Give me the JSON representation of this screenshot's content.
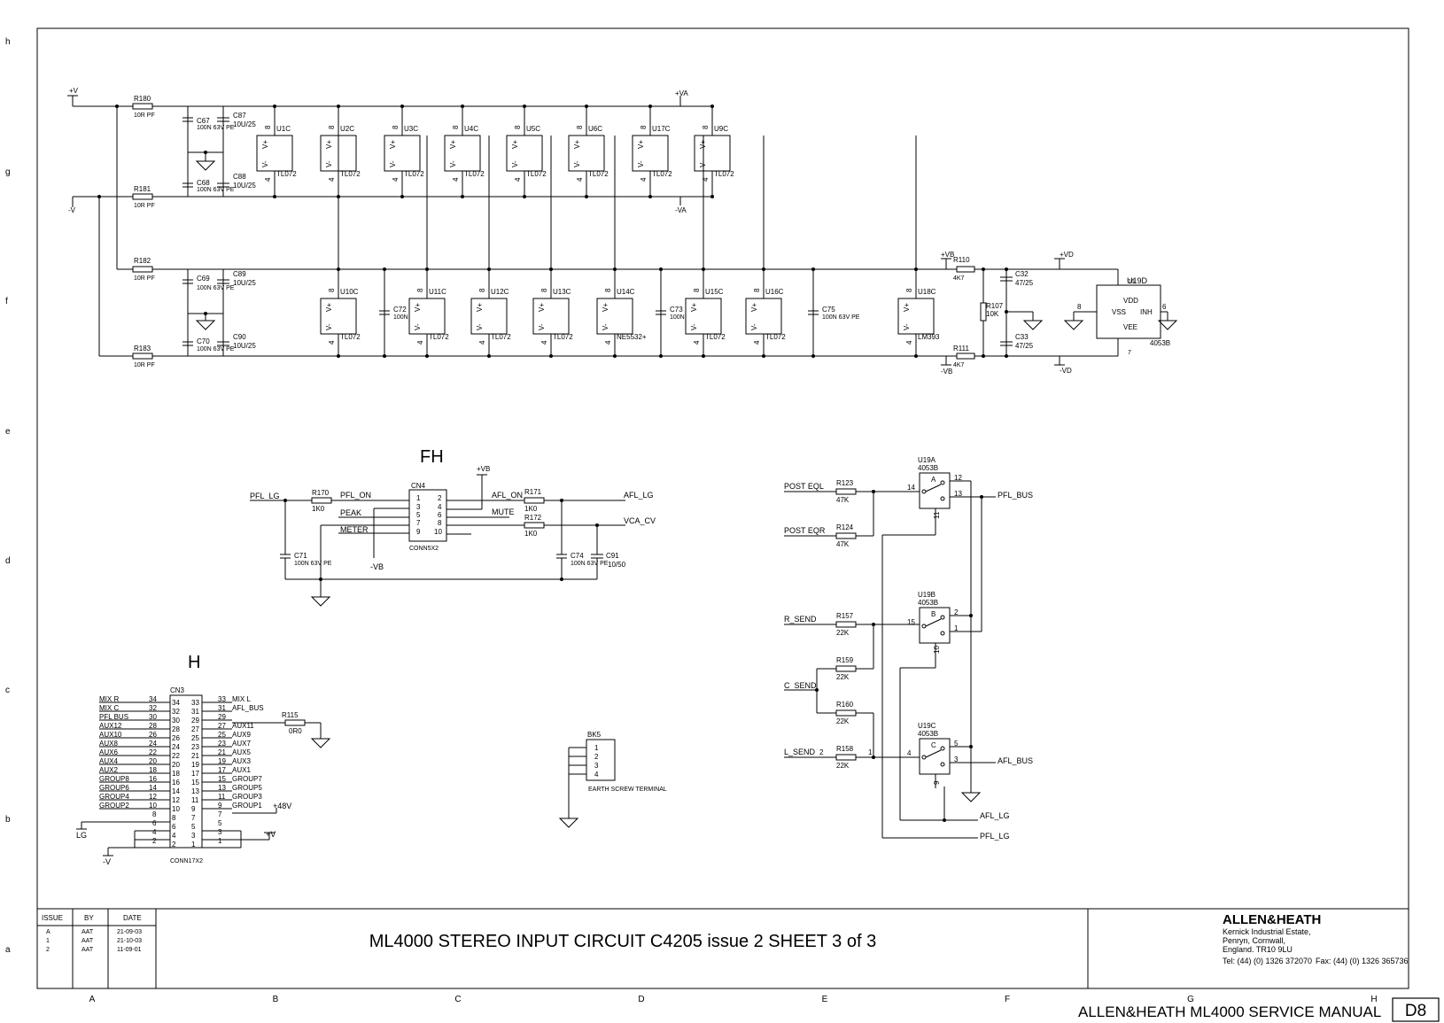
{
  "rows": [
    "h",
    "g",
    "f",
    "e",
    "d",
    "c",
    "b",
    "a"
  ],
  "cols": [
    "A",
    "B",
    "C",
    "D",
    "E",
    "F",
    "G",
    "H"
  ],
  "rails": {
    "pv": "+V",
    "nv": "-V",
    "pva": "+VA",
    "nva": "-VA",
    "pvb": "+VB",
    "nvb": "-VB",
    "pvd": "+VD",
    "nvd": "-VD"
  },
  "power_top": {
    "resistors": [
      {
        "ref": "R180",
        "val": "10R PF"
      },
      {
        "ref": "R181",
        "val": "10R PF"
      }
    ],
    "caps": [
      {
        "ref": "C67",
        "val": "100N 63V PE"
      },
      {
        "ref": "C87",
        "val": "10U/25"
      },
      {
        "ref": "C68",
        "val": "100N 63V PE"
      },
      {
        "ref": "C88",
        "val": "10U/25"
      }
    ],
    "pin_top": "8",
    "pin_bot": "4",
    "vplus": "V+",
    "vminus": "V-",
    "ics": [
      {
        "ref": "U1C",
        "part": "TL072"
      },
      {
        "ref": "U2C",
        "part": "TL072"
      },
      {
        "ref": "U3C",
        "part": "TL072"
      },
      {
        "ref": "U4C",
        "part": "TL072"
      },
      {
        "ref": "U5C",
        "part": "TL072"
      },
      {
        "ref": "U6C",
        "part": "TL072"
      },
      {
        "ref": "U17C",
        "part": "TL072"
      },
      {
        "ref": "U9C",
        "part": "TL072"
      }
    ]
  },
  "power_bot": {
    "resistors": [
      {
        "ref": "R182",
        "val": "10R PF"
      },
      {
        "ref": "R183",
        "val": "10R PF"
      },
      {
        "ref": "R110",
        "val": "4K7"
      },
      {
        "ref": "R111",
        "val": "4K7"
      },
      {
        "ref": "R107",
        "val": "10K"
      }
    ],
    "caps": [
      {
        "ref": "C69",
        "val": "100N 63V PE"
      },
      {
        "ref": "C89",
        "val": "10U/25"
      },
      {
        "ref": "C70",
        "val": "100N 63V PE"
      },
      {
        "ref": "C90",
        "val": "10U/25"
      },
      {
        "ref": "C72",
        "val": "100N 63V PE"
      },
      {
        "ref": "C73",
        "val": "100N 63V PE"
      },
      {
        "ref": "C75",
        "val": "100N 63V PE"
      },
      {
        "ref": "C32",
        "val": "47/25"
      },
      {
        "ref": "C33",
        "val": "47/25"
      }
    ],
    "ics": [
      {
        "ref": "U10C",
        "part": "TL072"
      },
      {
        "ref": "U11C",
        "part": "TL072"
      },
      {
        "ref": "U12C",
        "part": "TL072"
      },
      {
        "ref": "U13C",
        "part": "TL072"
      },
      {
        "ref": "U14C",
        "part": "NE5532+"
      },
      {
        "ref": "U15C",
        "part": "TL072"
      },
      {
        "ref": "U16C",
        "part": "TL072"
      },
      {
        "ref": "U18C",
        "part": "LM393"
      }
    ],
    "u19d": {
      "ref": "U19D",
      "part": "4053B",
      "vdd": "VDD",
      "vss": "VSS",
      "vee": "VEE",
      "inh": "INH",
      "p16": "16",
      "p8": "8",
      "p7": "7",
      "p6": "6"
    }
  },
  "fh": {
    "title": "FH",
    "conn": {
      "ref": "CN4",
      "part": "CONN5X2"
    },
    "left_pins": [
      "1",
      "3",
      "5",
      "7",
      "9"
    ],
    "right_pins": [
      "2",
      "4",
      "6",
      "8",
      "10"
    ],
    "in_left": [
      "PFL_ON",
      "PEAK",
      "METER"
    ],
    "in_right": [
      "AFL_ON",
      "MUTE"
    ],
    "net_pfl": "PFL_LG",
    "r170": {
      "ref": "R170",
      "val": "1K0"
    },
    "r171": {
      "ref": "R171",
      "val": "1K0"
    },
    "r172": {
      "ref": "R172",
      "val": "1K0"
    },
    "out1": "AFL_LG",
    "out2": "VCA_CV",
    "c71": {
      "ref": "C71",
      "val": "100N 63V PE"
    },
    "c74": {
      "ref": "C74",
      "val": "100N 63V PE"
    },
    "c91": {
      "ref": "C91",
      "val": "10/50"
    }
  },
  "h": {
    "title": "H",
    "conn": {
      "ref": "CN3",
      "part": "CONN17X2"
    },
    "left_nets": [
      "MIX R",
      "MIX C",
      "PFL BUS",
      "AUX12",
      "AUX10",
      "AUX8",
      "AUX6",
      "AUX4",
      "AUX2",
      "GROUP8",
      "GROUP6",
      "GROUP4",
      "GROUP2"
    ],
    "left_nums": [
      "34",
      "32",
      "30",
      "28",
      "26",
      "24",
      "22",
      "20",
      "18",
      "16",
      "14",
      "12",
      "10",
      "8",
      "6",
      "4",
      "2"
    ],
    "right_nums": [
      "33",
      "31",
      "29",
      "27",
      "25",
      "23",
      "21",
      "19",
      "17",
      "15",
      "13",
      "11",
      "9",
      "7",
      "5",
      "3",
      "1"
    ],
    "right_nets": [
      "MIX L",
      "AFL_BUS",
      "",
      "AUX11",
      "AUX9",
      "AUX7",
      "AUX5",
      "AUX3",
      "AUX1",
      "GROUP7",
      "GROUP5",
      "GROUP3",
      "GROUP1"
    ],
    "r115": {
      "ref": "R115",
      "val": "0R0"
    },
    "p48": "+48V",
    "pv": "+V",
    "nv": "-V",
    "lg": "LG"
  },
  "bk5": {
    "ref": "BK5",
    "pins": [
      "1",
      "2",
      "3",
      "4"
    ],
    "label": "EARTH SCREW TERMINAL"
  },
  "switch": {
    "nets_in": [
      "POST EQL",
      "POST EQR",
      "R_SEND",
      "C_SEND",
      "L_SEND"
    ],
    "res": [
      {
        "ref": "R123",
        "val": "47K"
      },
      {
        "ref": "R124",
        "val": "47K"
      },
      {
        "ref": "R157",
        "val": "22K"
      },
      {
        "ref": "R158",
        "val": "22K"
      },
      {
        "ref": "R159",
        "val": "22K"
      },
      {
        "ref": "R160",
        "val": "22K"
      }
    ],
    "units": [
      {
        "ref": "U19A",
        "part": "4053B",
        "sel": "A",
        "pin_in": "14",
        "pin_a": "12",
        "pin_b": "13",
        "pin_c": "11"
      },
      {
        "ref": "U19B",
        "part": "4053B",
        "sel": "B",
        "pin_in": "15",
        "pin_a": "2",
        "pin_b": "1",
        "pin_c": "10"
      },
      {
        "ref": "U19C",
        "part": "4053B",
        "sel": "C",
        "pin_in": "4",
        "pin_a": "5",
        "pin_b": "3",
        "pin_c": "9"
      }
    ],
    "out_pfl_bus": "PFL_BUS",
    "out_afl_bus": "AFL_BUS",
    "afl_lg": "AFL_LG",
    "pfl_lg": "PFL_LG",
    "n2": "2",
    "n1": "1"
  },
  "titleblock": {
    "hdr_issue": "ISSUE",
    "hdr_by": "BY",
    "hdr_date": "DATE",
    "rows": [
      {
        "issue": "A",
        "by": "AAT",
        "date": "21-09-03"
      },
      {
        "issue": "1",
        "by": "AAT",
        "date": "21-10-03"
      },
      {
        "issue": "2",
        "by": "AAT",
        "date": "11-09-01"
      }
    ],
    "title": "ML4000 STEREO INPUT CIRCUIT   C4205 issue 2   SHEET 3 of 3",
    "company": "ALLEN&HEATH",
    "addr1": "Kernick Industrial Estate,",
    "addr2": "Penryn, Cornwall,",
    "addr3": "England. TR10 9LU",
    "tel": "Tel: (44) (0) 1326 372070",
    "fax": "Fax: (44) (0) 1326 365736"
  },
  "footer": {
    "manual": "ALLEN&HEATH ML4000 SERVICE MANUAL",
    "page": "D8"
  }
}
